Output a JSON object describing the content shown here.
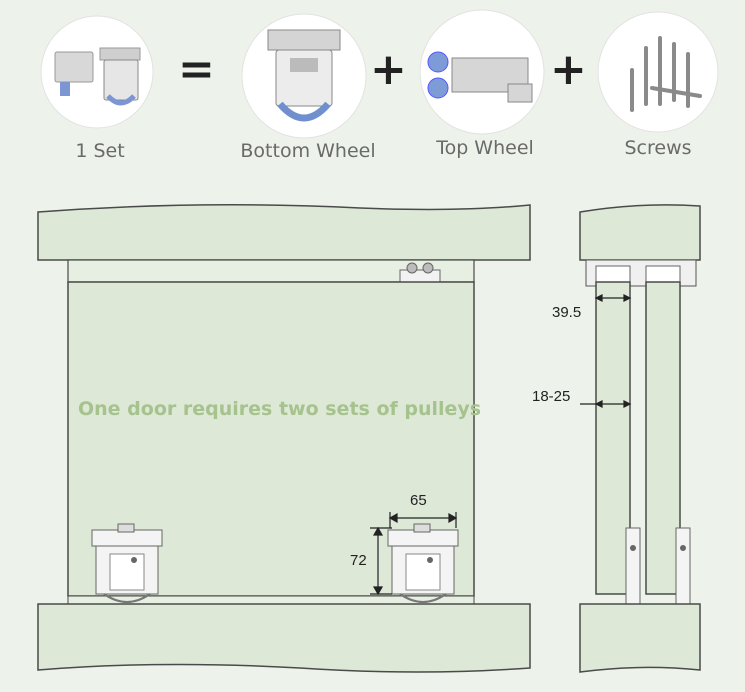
{
  "top_row": {
    "set_label": "1 Set",
    "equals": "=",
    "plus": "+",
    "bottom_wheel_label": "Bottom Wheel",
    "top_wheel_label": "Top Wheel",
    "screws_label": "Screws"
  },
  "diagram": {
    "caption": "One door requires two sets of pulleys",
    "dim_width": "65",
    "dim_height": "72",
    "dim_top_gap": "39.5",
    "dim_door_thickness": "18-25"
  },
  "colors": {
    "background": "#edf3ea",
    "panel_fill": "#dde8d7",
    "outline": "#4a4a4a",
    "caption": "#a6c28d",
    "wheel_blue": "#6f8fcf"
  }
}
